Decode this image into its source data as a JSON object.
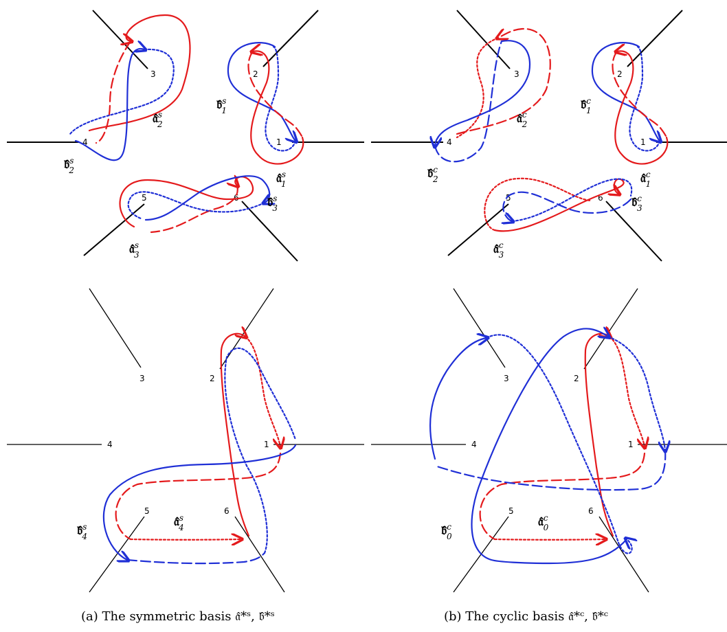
{
  "panels": [
    {
      "branch_points": [
        "1",
        "2",
        "3",
        "4",
        "5",
        "6"
      ],
      "cycle_labels": {
        "a2": "𝔞̂",
        "a2_sup": "s",
        "a2_sub": "2",
        "b1": "𝔟̂",
        "b1_sup": "s",
        "b1_sub": "1",
        "b2": "𝔟̂",
        "b2_sup": "s",
        "b2_sub": "2",
        "a1": "𝔞̂",
        "a1_sup": "s",
        "a1_sub": "1",
        "b3": "𝔟̂",
        "b3_sup": "s",
        "b3_sub": "3",
        "a3": "𝔞̂",
        "a3_sup": "s",
        "a3_sub": "3",
        "b4": "𝔟̂",
        "b4_sup": "s",
        "b4_sub": "4",
        "a4": "𝔞̂",
        "a4_sup": "s",
        "a4_sub": "4"
      },
      "caption": "(a) The symmetric basis 𝔞̂*ˢ, 𝔟̂*ˢ"
    },
    {
      "branch_points": [
        "1",
        "2",
        "3",
        "4",
        "5",
        "6"
      ],
      "cycle_labels": {
        "a2": "𝔞̂",
        "a2_sup": "c",
        "a2_sub": "2",
        "b1": "𝔟̂",
        "b1_sup": "c",
        "b1_sub": "1",
        "b2": "𝔟̂",
        "b2_sup": "c",
        "b2_sub": "2",
        "a1": "𝔞̂",
        "a1_sup": "c",
        "a1_sub": "1",
        "b3": "𝔟̂",
        "b3_sup": "c",
        "b3_sub": "3",
        "a3": "𝔞̂",
        "a3_sup": "c",
        "a3_sub": "3",
        "b0": "𝔟̂",
        "b0_sup": "c",
        "b0_sub": "0",
        "a0": "𝔞̂",
        "a0_sup": "c",
        "a0_sub": "0"
      },
      "caption": "(b) The cyclic basis 𝔞̂*ᶜ, 𝔟̂*ᶜ"
    }
  ],
  "colors": {
    "a_cycles": "#e41a1c",
    "b_cycles": "#1f2fd6",
    "branch_cuts": "#000000"
  }
}
